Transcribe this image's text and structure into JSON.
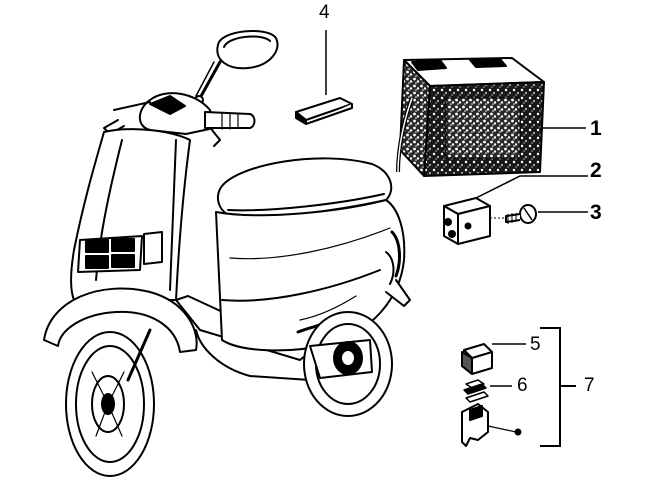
{
  "callouts": {
    "battery": "1",
    "bracket": "2",
    "screw": "3",
    "pad": "4",
    "cap": "5",
    "terminal_clip": "6",
    "group_kit": "7",
    "connector": ""
  },
  "colors": {
    "line": "#000000",
    "background": "#ffffff",
    "texture": "#1a1a1a"
  }
}
